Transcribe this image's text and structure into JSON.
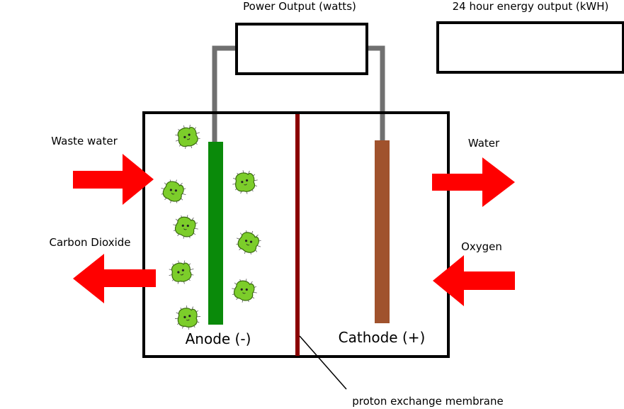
{
  "labels": {
    "power_output": "Power Output (watts)",
    "energy_output": "24 hour energy output (kWH)",
    "waste_water": "Waste water",
    "carbon_dioxide": "Carbon Dioxide",
    "water": "Water",
    "oxygen": "Oxygen",
    "anode": "Anode (-)",
    "cathode": "Cathode (+)",
    "membrane": "proton exchange membrane"
  },
  "colors": {
    "arrow": "#ff0000",
    "anode": "#0a8a0a",
    "cathode": "#a0522d",
    "membrane": "#8b0000",
    "wire": "#707070",
    "bacteria": "#7ccd2a"
  }
}
